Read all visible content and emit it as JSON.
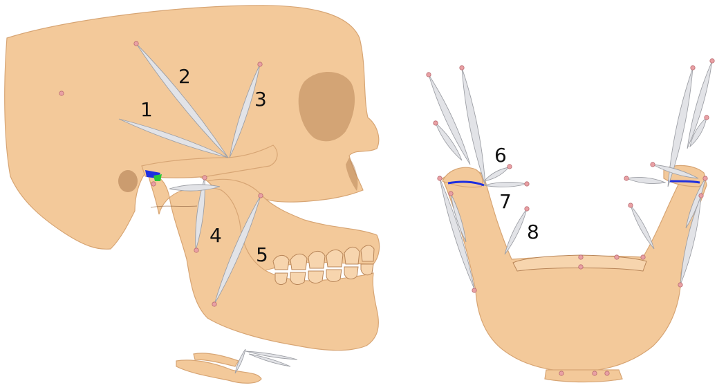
{
  "colors": {
    "bone": "#F3C99A",
    "bone_shade": "#D7A574",
    "bone_dark": "#B88558",
    "muscle": "#E2E3E7",
    "muscle_edge": "#9EA0A6",
    "marker": "#E9A0A4",
    "marker_edge": "#B86A70",
    "joint_blue": "#1E2FE0",
    "joint_green": "#28C83A",
    "label": "#111111"
  },
  "labels": {
    "m1": "1",
    "m2": "2",
    "m3": "3",
    "m4": "4",
    "m5": "5",
    "m6": "6",
    "m7": "7",
    "m8": "8"
  },
  "icons": [
    "skull-lateral-view",
    "mandible-frontal-view",
    "muscle-actuator-spindle",
    "attachment-marker"
  ]
}
